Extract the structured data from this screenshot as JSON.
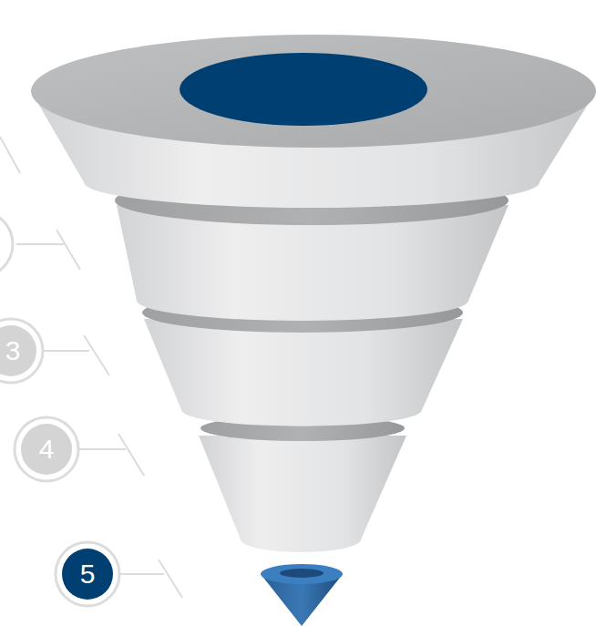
{
  "diagram": {
    "labels": [
      "3",
      "4",
      "5"
    ]
  }
}
